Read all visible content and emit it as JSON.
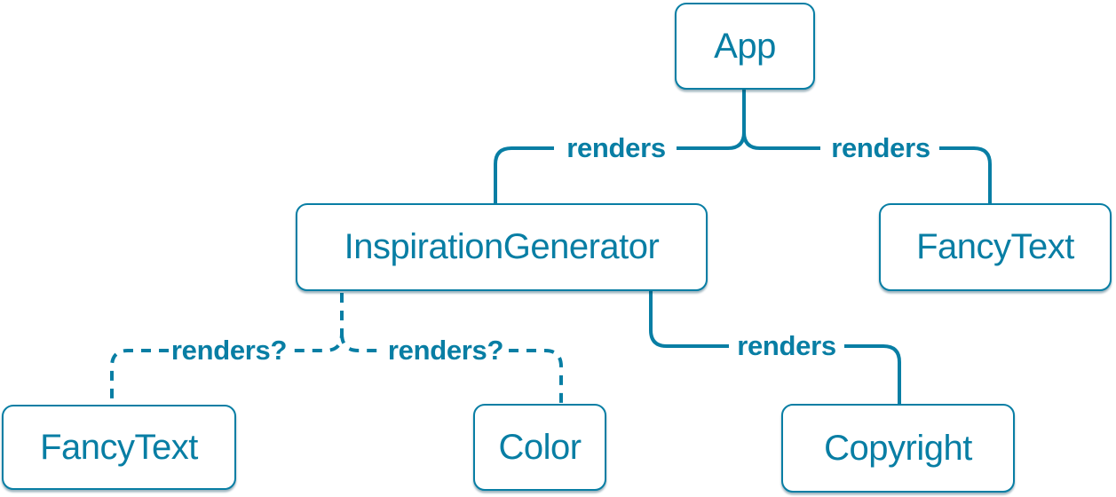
{
  "diagram": {
    "type": "component-tree",
    "accent_color": "#087ea4",
    "node_background": "#ffffff",
    "nodes": [
      {
        "id": "app",
        "label": "App"
      },
      {
        "id": "inspiration-generator",
        "label": "InspirationGenerator"
      },
      {
        "id": "fancy-text-top",
        "label": "FancyText"
      },
      {
        "id": "fancy-text-bottom",
        "label": "FancyText"
      },
      {
        "id": "color",
        "label": "Color"
      },
      {
        "id": "copyright",
        "label": "Copyright"
      }
    ],
    "edges": [
      {
        "from": "App",
        "to": "InspirationGenerator",
        "label": "renders",
        "style": "solid"
      },
      {
        "from": "App",
        "to": "FancyText",
        "label": "renders",
        "style": "solid"
      },
      {
        "from": "InspirationGenerator",
        "to": "FancyText",
        "label": "renders?",
        "style": "dashed"
      },
      {
        "from": "InspirationGenerator",
        "to": "Color",
        "label": "renders?",
        "style": "dashed"
      },
      {
        "from": "InspirationGenerator",
        "to": "Copyright",
        "label": "renders",
        "style": "solid"
      }
    ]
  }
}
